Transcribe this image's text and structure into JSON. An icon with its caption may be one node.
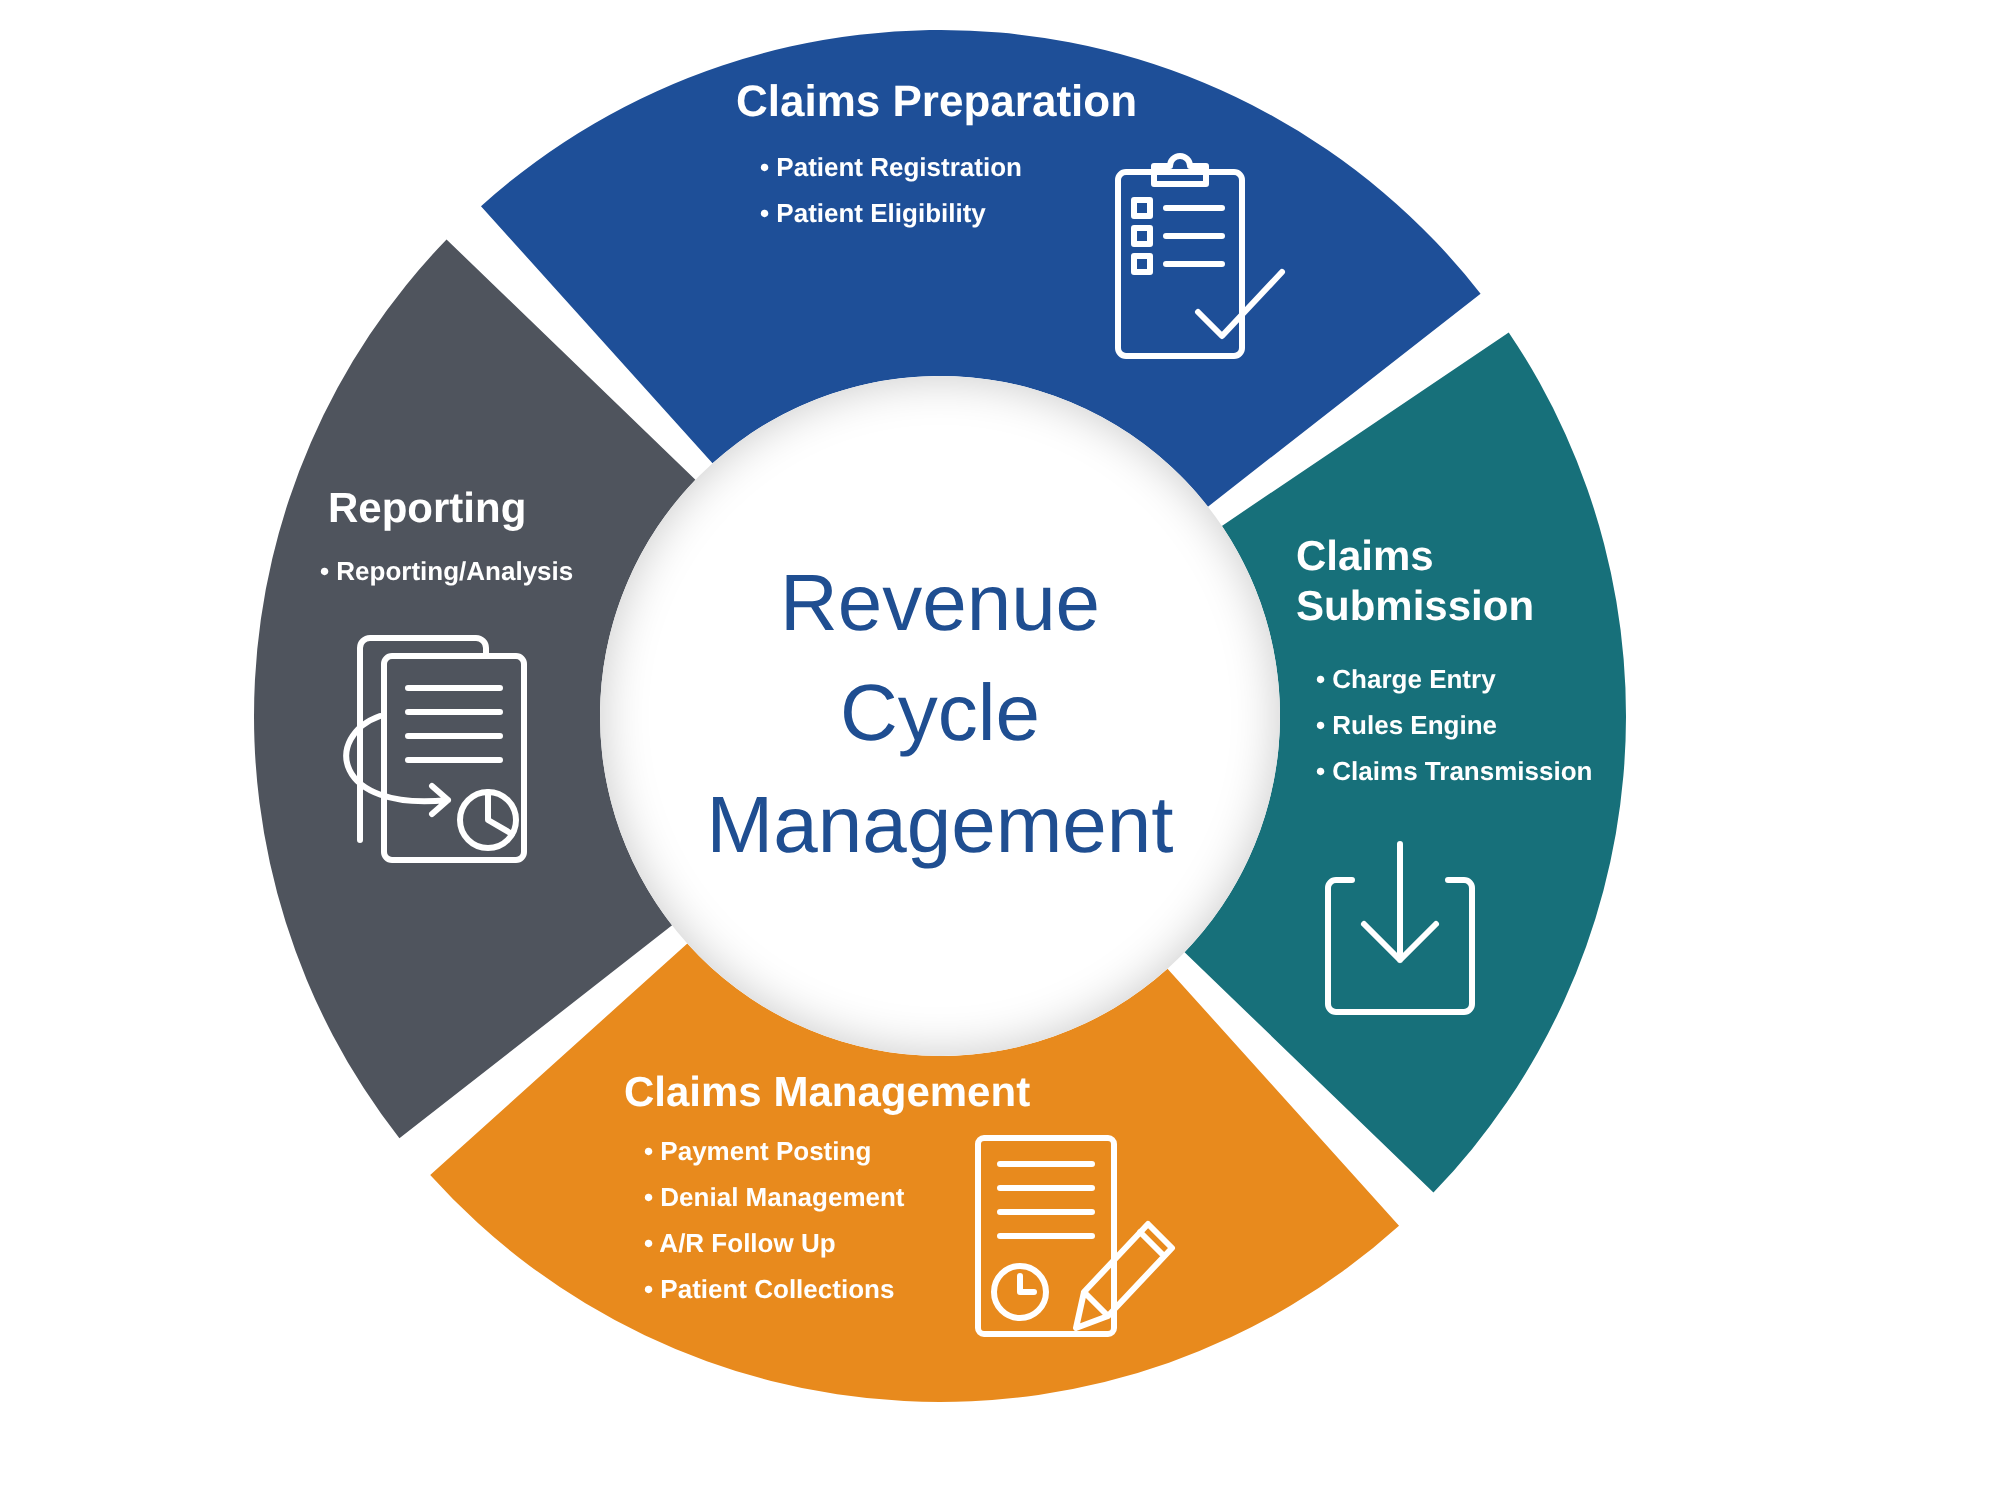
{
  "diagram": {
    "nodes": [
      {
        "text": [
          "Claims Preparation",
          "• Patient Registration",
          "• Patient Eligibility"
        ]
      },
      {
        "text": [
          "Reporting",
          "• Reporting/Analysis"
        ]
      },
      {
        "text": [
          "Revenue Cycle Management"
        ]
      },
      {
        "text": [
          "Claims Submission",
          "• Charge Entry",
          "• Rules Engine",
          "• Claims Transmission"
        ]
      },
      {
        "text": [
          "Claims Management",
          "• Payment Posting",
          "• Denial Management",
          "• A/R Follow Up",
          "• Patient Collections"
        ]
      }
    ]
  }
}
